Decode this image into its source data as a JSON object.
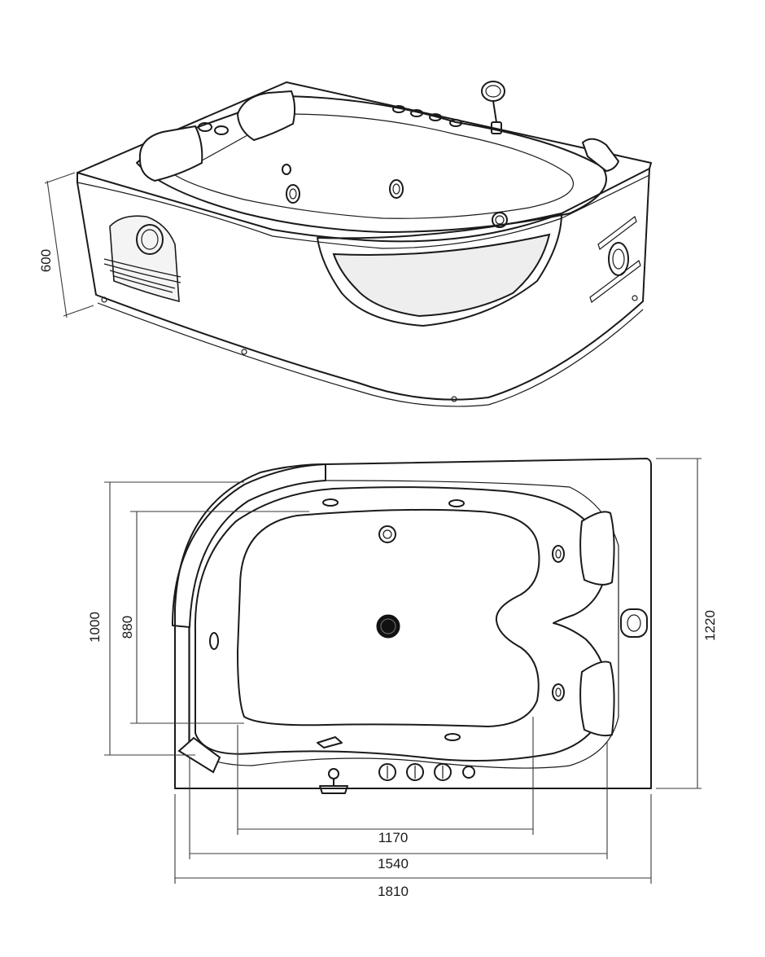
{
  "dimensions": {
    "iso_height": "600",
    "plan_depth_inner": "1000",
    "plan_depth_basin": "880",
    "plan_depth_total": "1220",
    "plan_width_basin": "1170",
    "plan_width_inner": "1540",
    "plan_width_total": "1810"
  }
}
